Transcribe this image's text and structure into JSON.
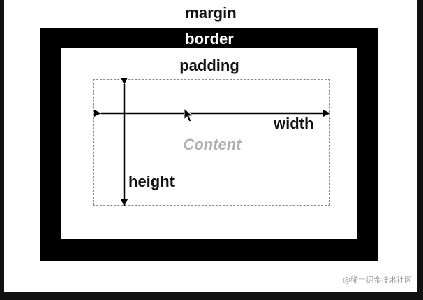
{
  "diagram": {
    "margin_label": "margin",
    "border_label": "border",
    "padding_label": "padding",
    "content_label": "Content",
    "width_label": "width",
    "height_label": "height"
  },
  "watermark": "@稀土掘金技术社区",
  "colors": {
    "border": "#000000",
    "background": "#ffffff",
    "content_text": "#b0b0b0",
    "dashed_outline": "#8a8a8a"
  }
}
